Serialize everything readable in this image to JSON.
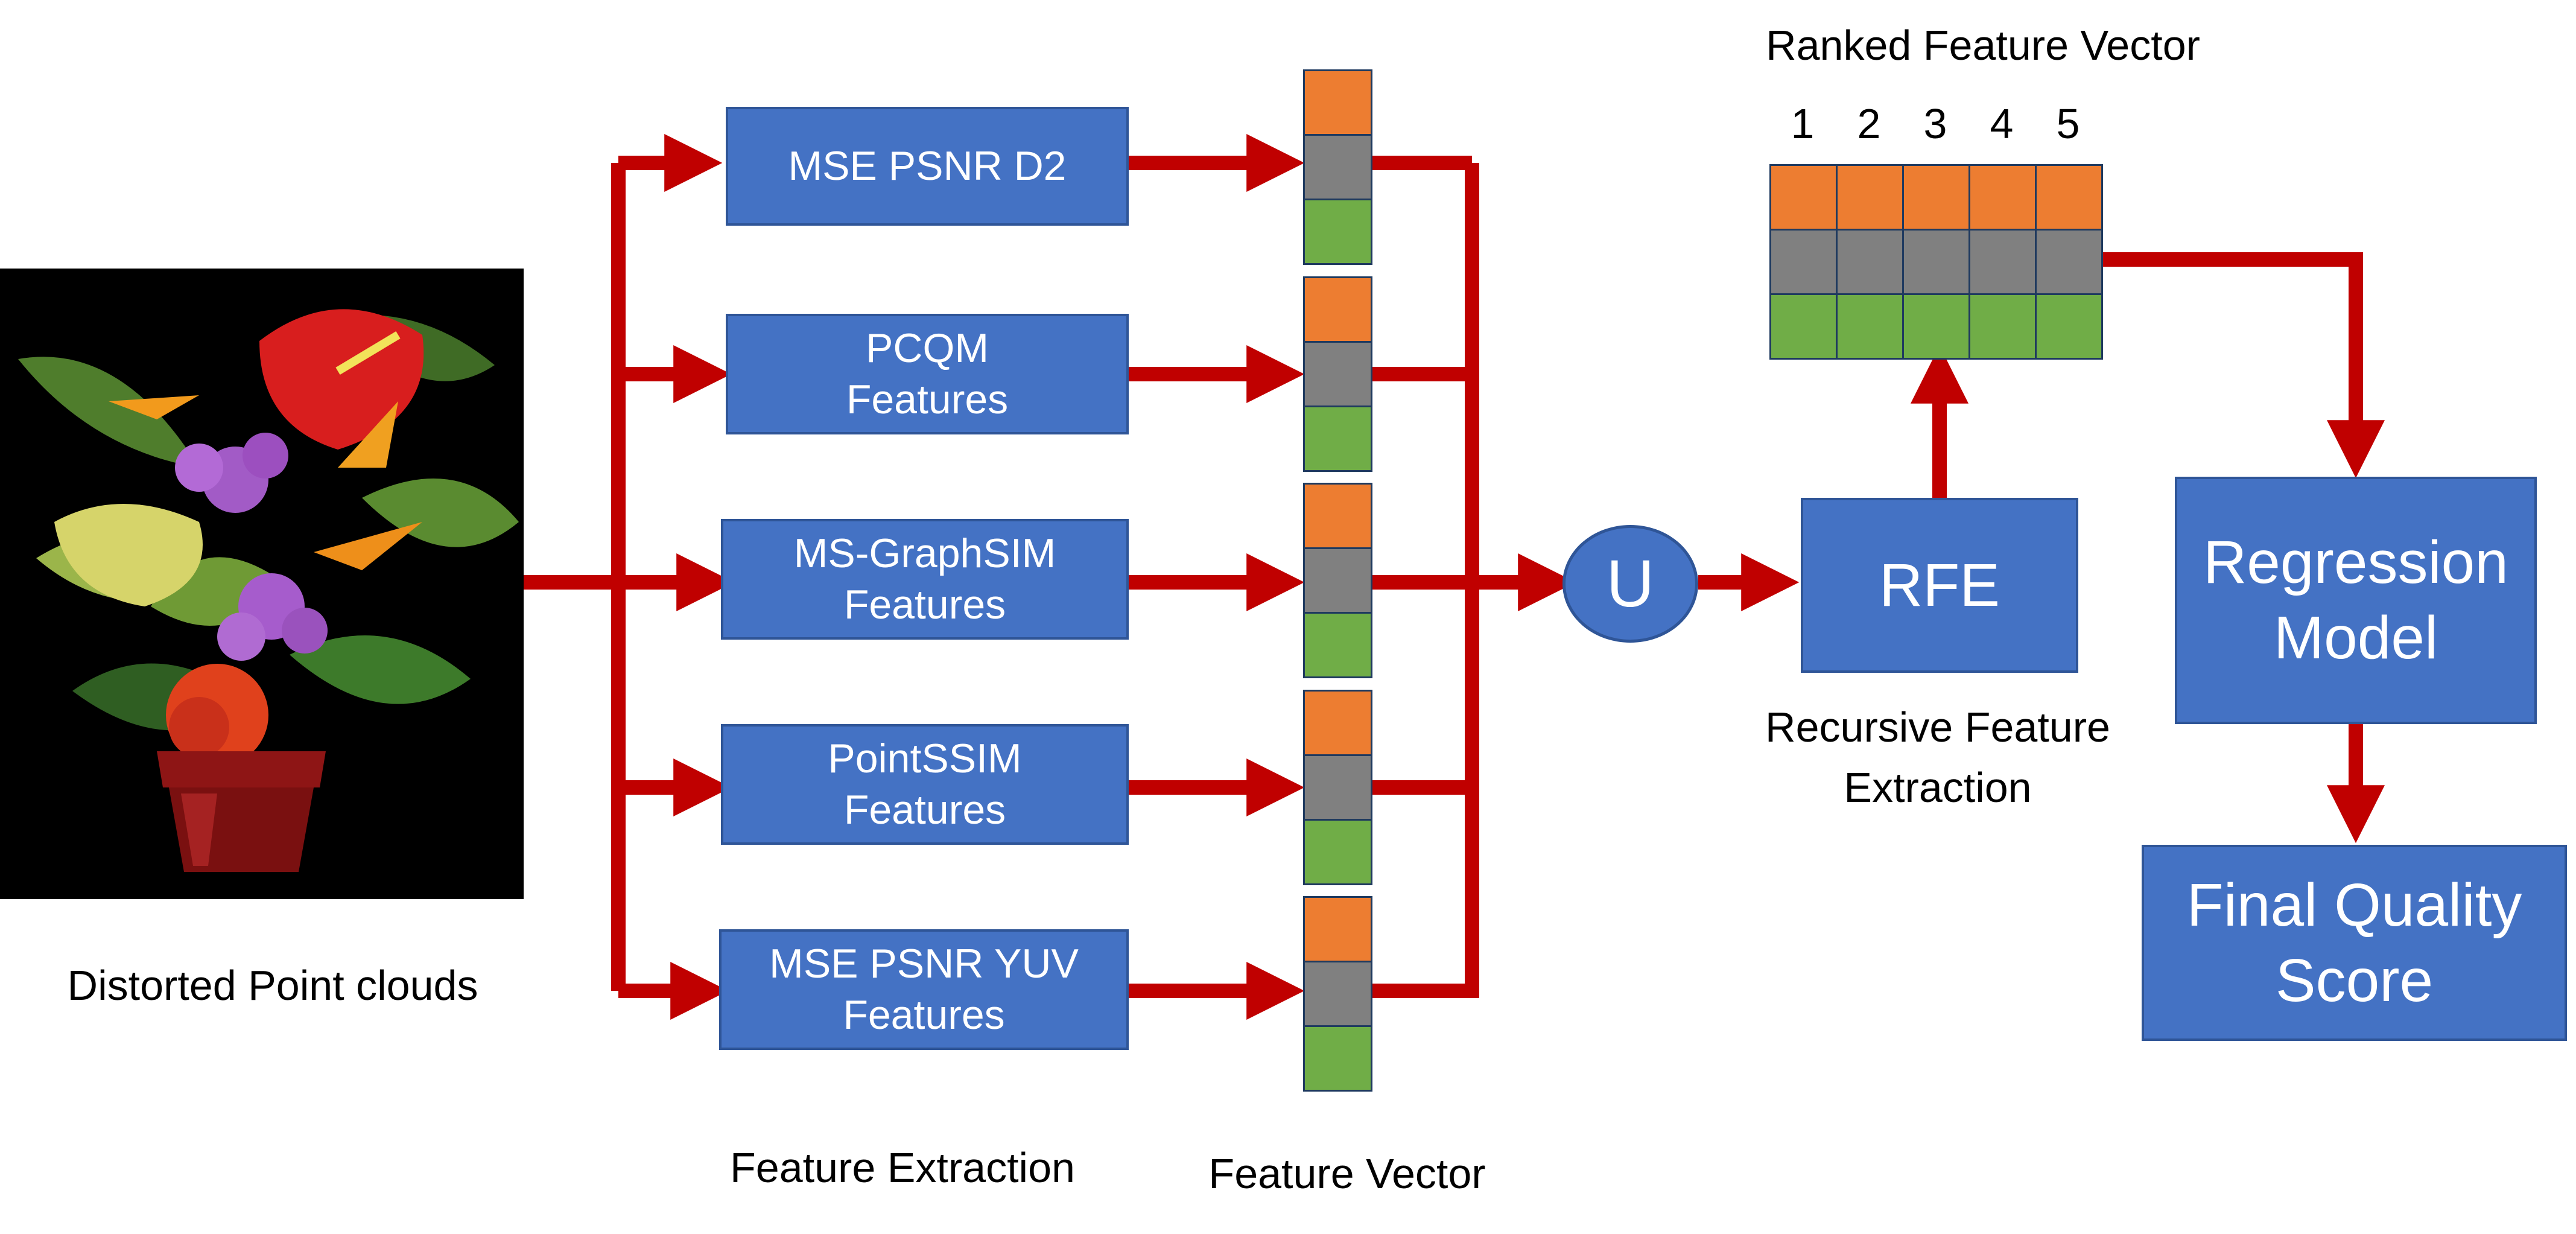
{
  "input": {
    "caption": "Distorted Point clouds",
    "image_icon": "flower-bouquet-point-cloud"
  },
  "feature_boxes": [
    {
      "lines": [
        "MSE PSNR D2"
      ]
    },
    {
      "lines": [
        "PCQM",
        "Features"
      ]
    },
    {
      "lines": [
        "MS-GraphSIM",
        "Features"
      ]
    },
    {
      "lines": [
        "PointSSIM",
        "Features"
      ]
    },
    {
      "lines": [
        "MSE PSNR YUV",
        "Features"
      ]
    }
  ],
  "labels": {
    "feature_extraction": "Feature Extraction",
    "feature_vector": "Feature Vector",
    "ranked_feature_vector": "Ranked Feature Vector",
    "rfe_caption_line1": "Recursive Feature",
    "rfe_caption_line2": "Extraction"
  },
  "union": {
    "symbol": "U"
  },
  "rfe": {
    "label": "RFE"
  },
  "ranked_columns": [
    "1",
    "2",
    "3",
    "4",
    "5"
  ],
  "regression": {
    "lines": [
      "Regression",
      "Model"
    ]
  },
  "final_score": {
    "lines": [
      "Final Quality",
      "Score"
    ]
  },
  "colors": {
    "box_fill": "#4472c4",
    "box_border": "#2f5597",
    "arrow": "#c00000",
    "cell_orange": "#ed7d31",
    "cell_gray": "#808080",
    "cell_green": "#70ad47"
  }
}
